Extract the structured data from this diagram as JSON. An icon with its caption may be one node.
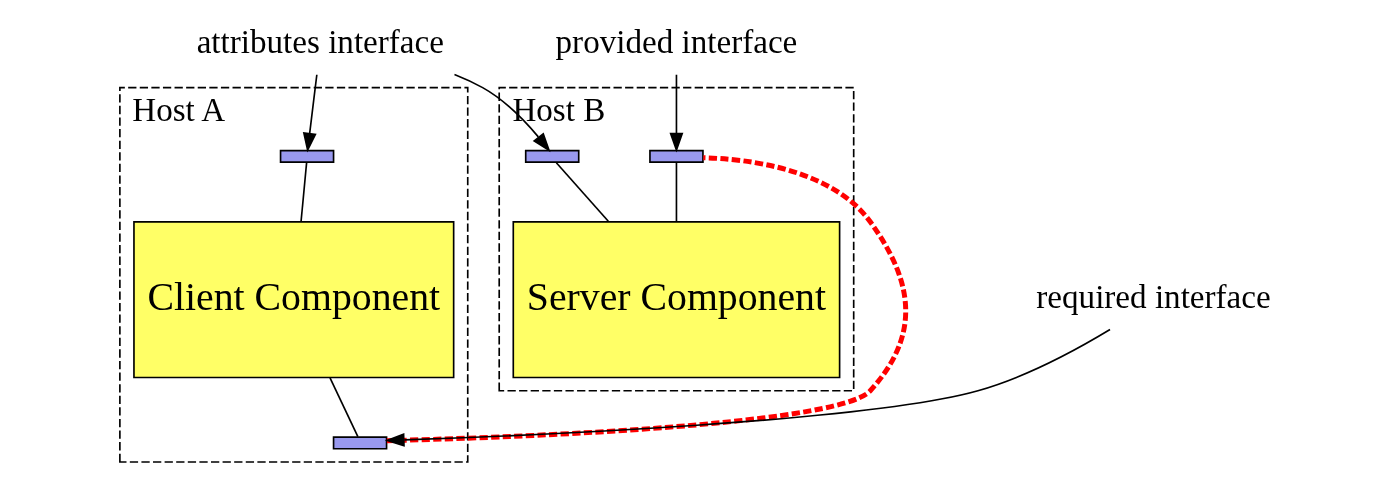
{
  "diagram": {
    "nodes": [
      {
        "text": [
          "Host A"
        ]
      },
      {
        "text": [
          "Host B"
        ]
      },
      {
        "text": [
          "Client Component"
        ],
        "in": 0
      },
      {
        "text": [
          "Server Component"
        ],
        "in": 1
      },
      {
        "text": [],
        "shape": "bar",
        "in": 0
      },
      {
        "text": [],
        "shape": "bar",
        "in": 0
      },
      {
        "text": [],
        "shape": "bar",
        "in": 1
      },
      {
        "text": [],
        "shape": "bar",
        "in": 1
      },
      {
        "text": [
          "attributes interface"
        ]
      },
      {
        "text": [
          "required interface"
        ]
      },
      {
        "text": [
          "provided interface"
        ]
      }
    ],
    "edges": [
      {
        "from": 4,
        "to": 2,
        "arrow": "none"
      },
      {
        "from": 2,
        "to": 5,
        "arrow": "none"
      },
      {
        "from": 6,
        "to": 3,
        "arrow": "none"
      },
      {
        "from": 7,
        "to": 3,
        "arrow": "none"
      },
      {
        "from": 5,
        "to": 7,
        "arrow": "none",
        "style": "dashed",
        "color": "#ff0000"
      },
      {
        "from": 8,
        "to": 4,
        "arrow": "to"
      },
      {
        "from": 8,
        "to": 6,
        "arrow": "to"
      },
      {
        "from": 9,
        "to": 5,
        "arrow": "to"
      },
      {
        "from": 10,
        "to": 7,
        "arrow": "to"
      }
    ]
  }
}
